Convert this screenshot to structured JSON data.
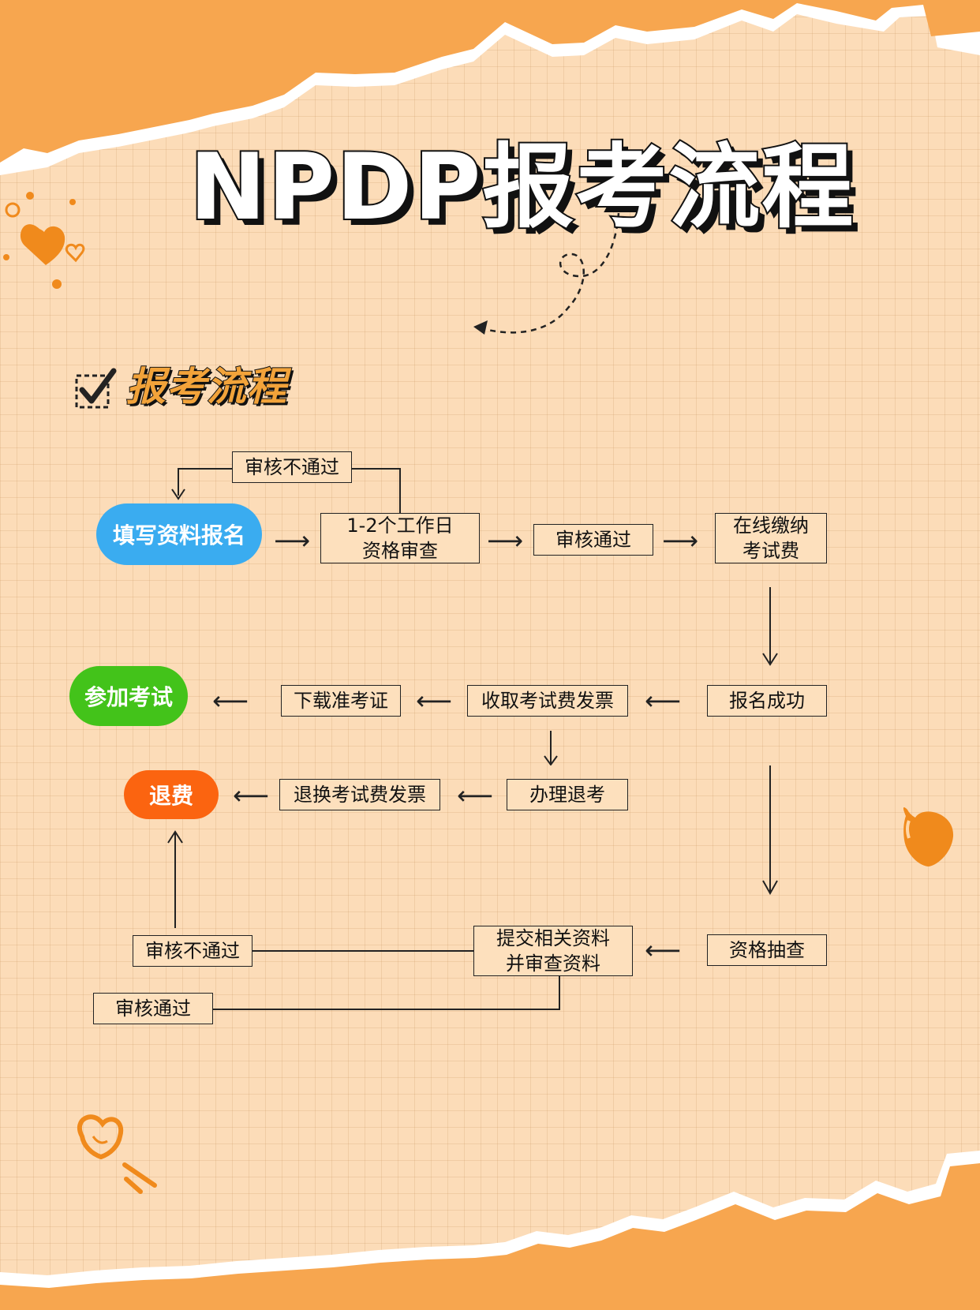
{
  "header": {
    "title": "NPDP报考流程",
    "section_title": "报考流程"
  },
  "flow": {
    "start": "填写资料报名",
    "review_fail_top": "审核不通过",
    "review_line1": "1-2个工作日",
    "review_line2": "资格审查",
    "review_pass": "审核通过",
    "pay_line1": "在线缴纳",
    "pay_line2": "考试费",
    "signup_success": "报名成功",
    "invoice": "收取考试费发票",
    "download_ticket": "下载准考证",
    "join_exam": "参加考试",
    "withdraw": "办理退考",
    "return_invoice": "退换考试费发票",
    "refund": "退费",
    "spot_check": "资格抽查",
    "submit_line1": "提交相关资料",
    "submit_line2": "并审查资料",
    "check_fail": "审核不通过",
    "check_pass": "审核通过"
  },
  "icons": {
    "checkbox": "checkbox-icon",
    "heart": "heart-icon",
    "dashed_arrow": "dashed-curve-arrow"
  },
  "colors": {
    "background": "#fcdcb8",
    "paper_orange": "#f7a64f",
    "accent_orange": "#f08a1c",
    "start_pill": "#3aacf0",
    "exam_pill": "#43c31a",
    "refund_pill": "#fb6410",
    "section_title": "#f2a33a"
  }
}
